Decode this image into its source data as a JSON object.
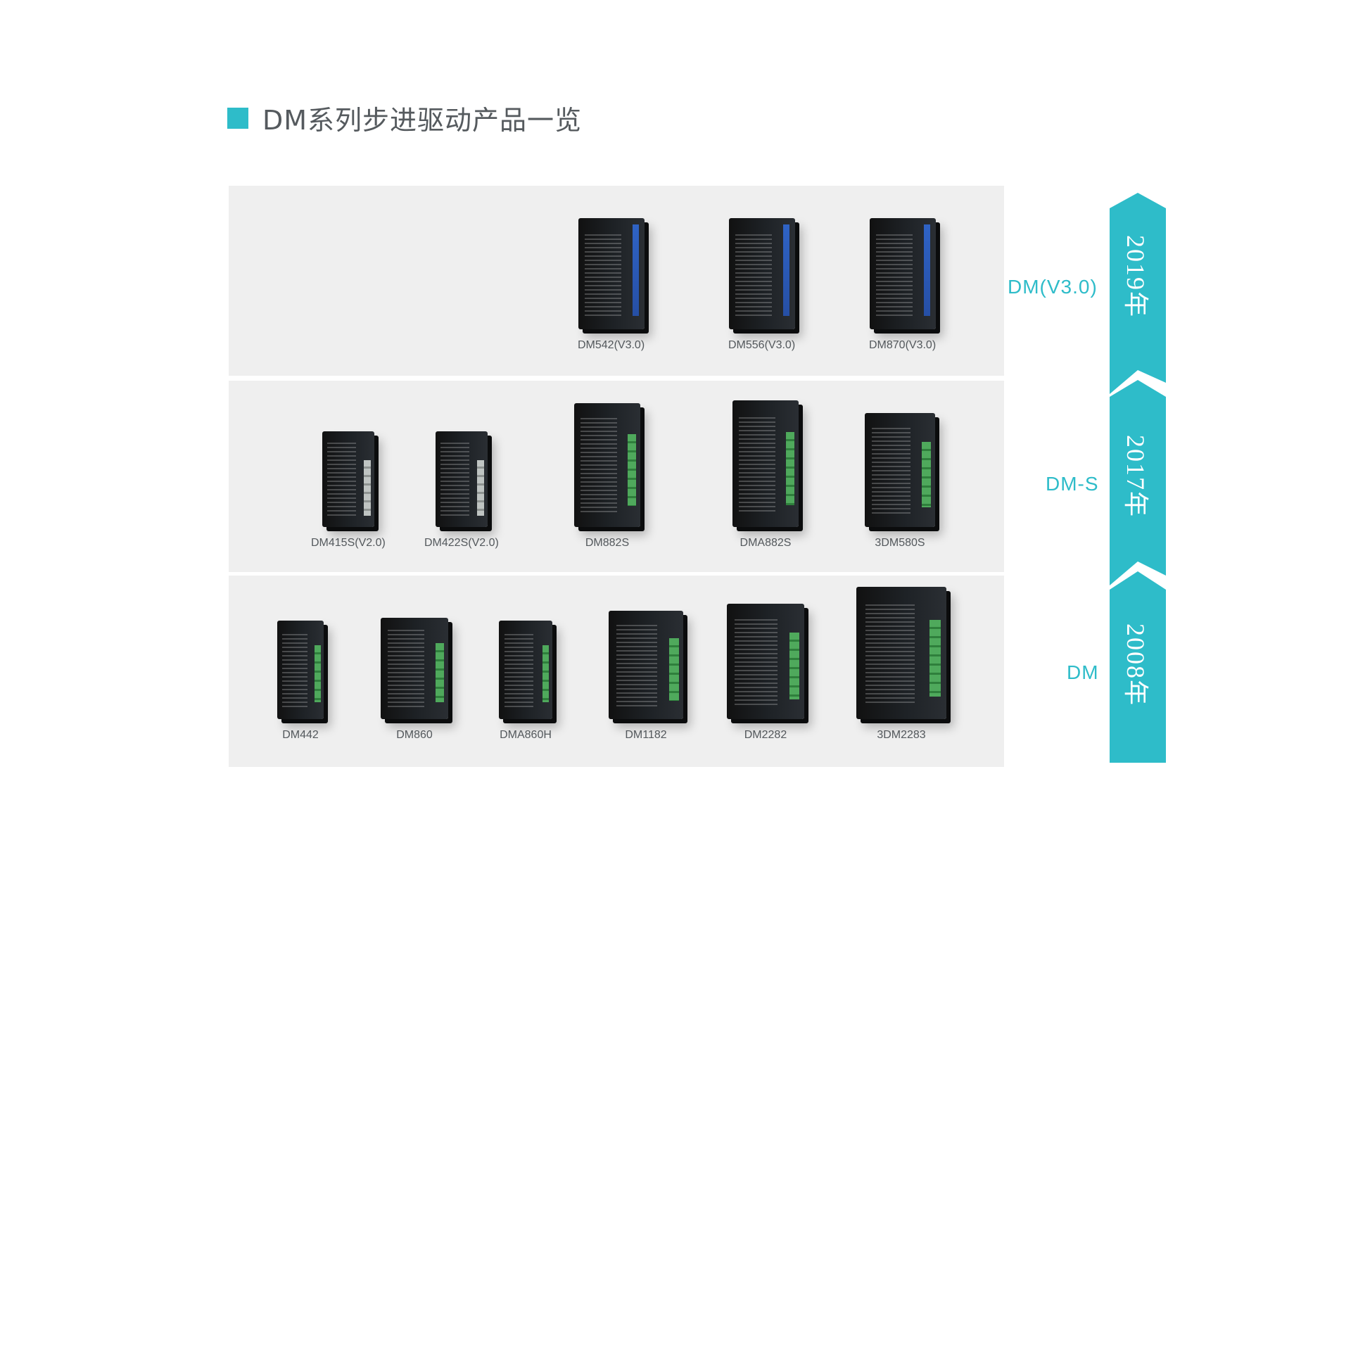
{
  "page": {
    "title": "DM系列步进驱动产品一览",
    "accent_color": "#2ebcc9"
  },
  "series": [
    {
      "name": "DM(V3.0)",
      "year": "2019年",
      "products": [
        "DM542(V3.0)",
        "DM556(V3.0)",
        "DM870(V3.0)"
      ]
    },
    {
      "name": "DM-S",
      "year": "2017年",
      "products": [
        "DM415S(V2.0)",
        "DM422S(V2.0)",
        "DM882S",
        "DMA882S",
        "3DM580S"
      ]
    },
    {
      "name": "DM",
      "year": "2008年",
      "products": [
        "DM442",
        "DM860",
        "DMA860H",
        "DM1182",
        "DM2282",
        "3DM2283"
      ]
    }
  ]
}
